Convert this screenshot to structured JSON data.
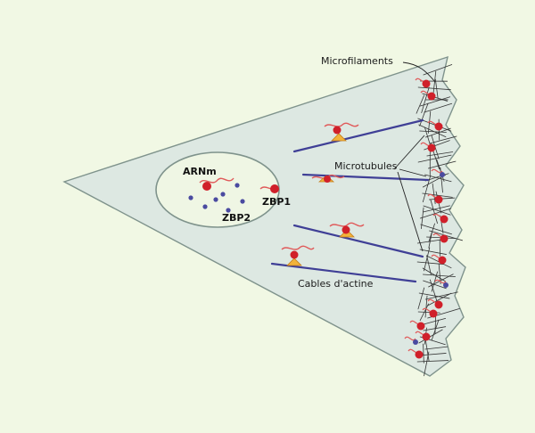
{
  "labels": {
    "microfilaments": "Microfilaments",
    "microtubules": "Microtubules",
    "actin_cables": "Cables d'actine",
    "mrna": "ARNm",
    "zbp1": "ZBP1",
    "zbp2": "ZBP2"
  },
  "colors": {
    "background": "#f1f8e4",
    "cell_fill": "#dde8e2",
    "cell_stroke": "#7f938c",
    "nucleus_fill": "#eff6e4",
    "track": "#3f3f96",
    "zbp1": "#d0202a",
    "zbp2": "#4a4aa0",
    "mrna": "#e05a5a",
    "motor": "#f2b33a",
    "mesh": "#333333"
  }
}
